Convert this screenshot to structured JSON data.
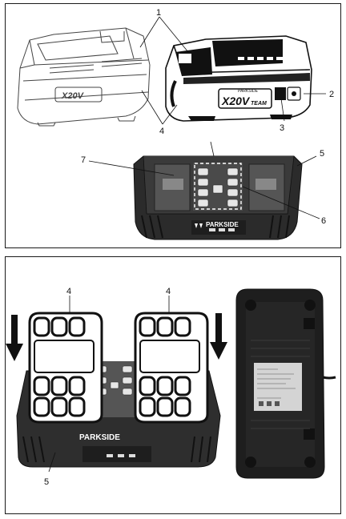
{
  "brand": "PARKSIDE",
  "battery_logo": {
    "main": "X20V",
    "team": "TEAM",
    "upper": "PARKSIDE"
  },
  "top_panel": {
    "callouts": [
      "1",
      "2",
      "3",
      "4",
      "5",
      "6",
      "7"
    ]
  },
  "bottom_panel": {
    "callouts": [
      "4",
      "4",
      "5"
    ]
  }
}
